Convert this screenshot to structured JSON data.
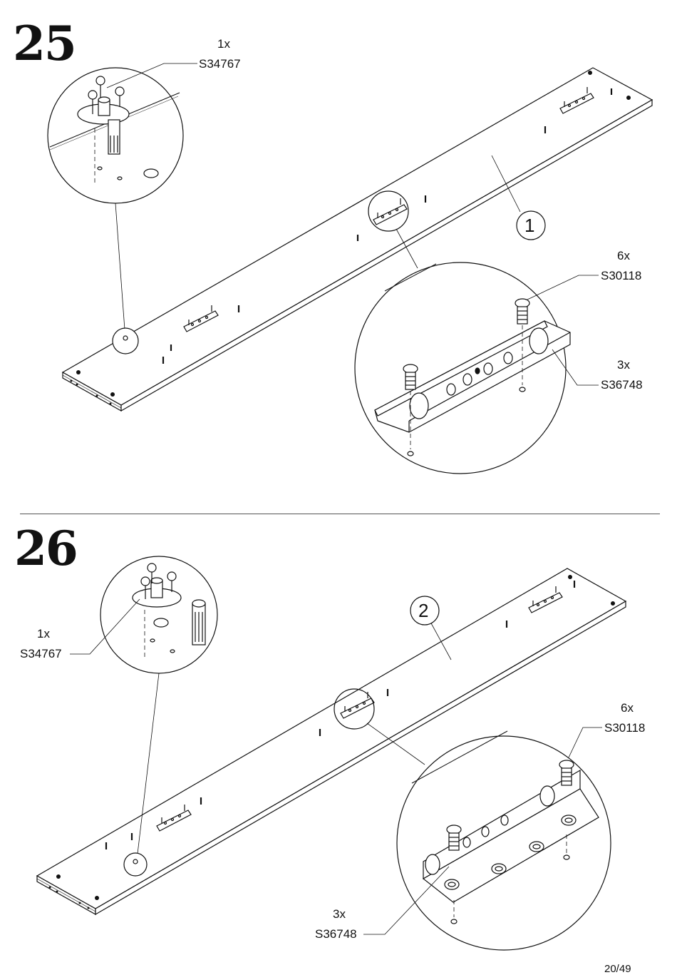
{
  "steps": [
    {
      "number": "25",
      "callout_top": {
        "qty": "1x",
        "part": "S34767"
      },
      "callout_screw": {
        "qty": "6x",
        "part": "S30118"
      },
      "callout_bracket": {
        "qty": "3x",
        "part": "S36748"
      },
      "panel_marker": "1"
    },
    {
      "number": "26",
      "callout_top": {
        "qty": "1x",
        "part": "S34767"
      },
      "callout_screw": {
        "qty": "6x",
        "part": "S30118"
      },
      "callout_bracket": {
        "qty": "3x",
        "part": "S36748"
      },
      "panel_marker": "2"
    }
  ],
  "page_number": "20/49"
}
